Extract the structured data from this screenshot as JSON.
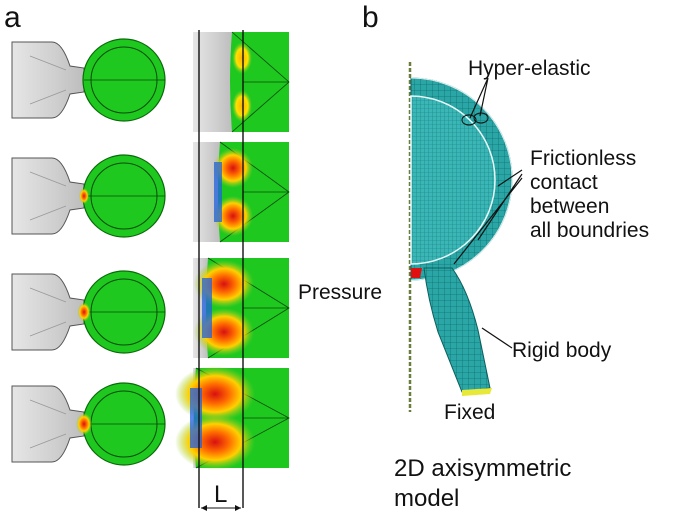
{
  "panels": {
    "a": "a",
    "b": "b"
  },
  "panel_a": {
    "dimension_label": "L"
  },
  "panel_b": {
    "annotations": {
      "hyper_elastic": "Hyper-elastic",
      "frictionless_line1": "Frictionless",
      "frictionless_line2": "contact",
      "frictionless_line3": "between",
      "frictionless_line4": "all boundries",
      "pressure": "Pressure",
      "rigid_body": "Rigid body",
      "fixed": "Fixed"
    },
    "caption_line1": "2D axisymmetric",
    "caption_line2": "model"
  },
  "colors": {
    "sphere_green": "#1fc81f",
    "nozzle_gray": "#d6d6d6",
    "mesh_teal": "#2aa6a6",
    "stress_red": "#e01010",
    "stress_blue": "#2060e0"
  }
}
